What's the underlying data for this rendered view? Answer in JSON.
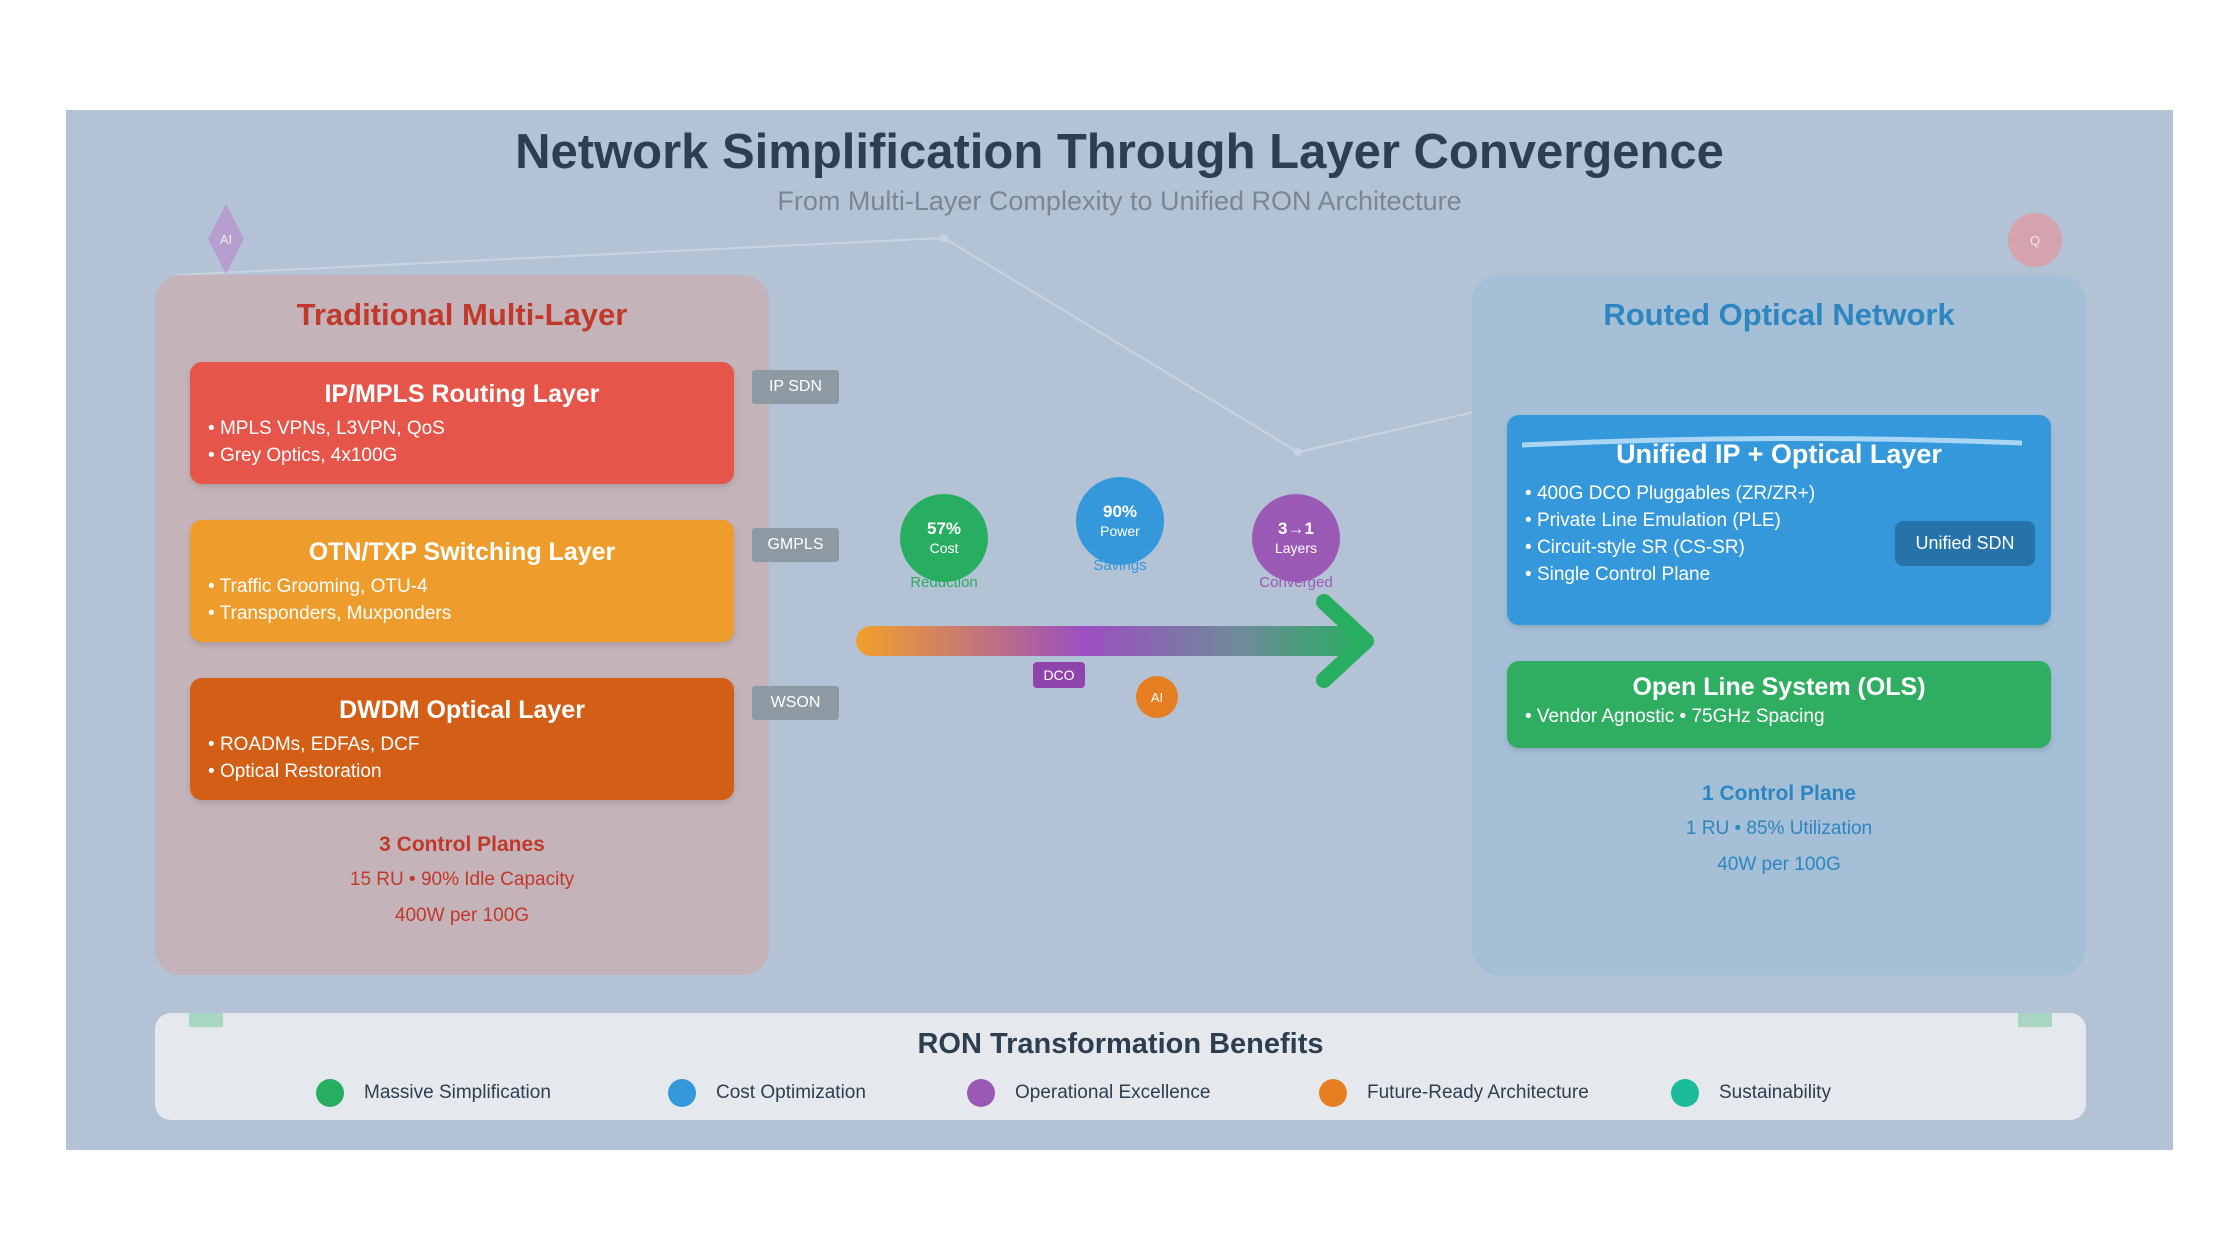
{
  "header": {
    "title": "Network Simplification Through Layer Convergence",
    "subtitle": "From Multi-Layer Complexity to Unified RON Architecture"
  },
  "decorations": {
    "ai_label": "AI",
    "q_label": "Q"
  },
  "traditional": {
    "title": "Traditional Multi-Layer",
    "layers": [
      {
        "title": "IP/MPLS Routing Layer",
        "bullets": [
          "MPLS VPNs, L3VPN, QoS",
          "Grey Optics, 4x100G"
        ],
        "color": "#e5554a",
        "tag": "IP SDN"
      },
      {
        "title": "OTN/TXP Switching Layer",
        "bullets": [
          "Traffic Grooming, OTU-4",
          "Transponders, Muxponders"
        ],
        "color": "#ee9c2c",
        "tag": "GMPLS"
      },
      {
        "title": "DWDM Optical Layer",
        "bullets": [
          "ROADMs, EDFAs, DCF",
          "Optical Restoration"
        ],
        "color": "#d35f17",
        "tag": "WSON"
      }
    ],
    "summary": {
      "control_planes": "3 Control Planes",
      "line2": "15 RU • 90% Idle Capacity",
      "line3": "400W per 100G"
    },
    "accent": "#c0392b"
  },
  "metrics": [
    {
      "value": "57%",
      "label": "Cost",
      "caption": "Reduction",
      "color": "#27ae60",
      "caption_color": "#27ae60"
    },
    {
      "value": "90%",
      "label": "Power",
      "caption": "Savings",
      "color": "#3498db",
      "caption_color": "#3498db"
    },
    {
      "value": "3→1",
      "label": "Layers",
      "caption": "Converged",
      "color": "#9b59b6",
      "caption_color": "#9b59b6"
    }
  ],
  "transition": {
    "dco_label": "DCO",
    "ai_label": "AI"
  },
  "ron": {
    "title": "Routed Optical Network",
    "unified": {
      "title": "Unified IP + Optical Layer",
      "bullets": [
        "400G DCO Pluggables (ZR/ZR+)",
        "Private Line Emulation (PLE)",
        "Circuit-style SR (CS-SR)",
        "Single Control Plane"
      ],
      "color": "#3498db",
      "sdn_label": "Unified SDN"
    },
    "ols": {
      "title": "Open Line System (OLS)",
      "line": "• Vendor Agnostic • 75GHz Spacing",
      "color": "#2fae62"
    },
    "summary": {
      "control_planes": "1 Control Plane",
      "line2": "1 RU • 85% Utilization",
      "line3": "40W per 100G"
    },
    "accent": "#2e86c1"
  },
  "benefits": {
    "title": "RON Transformation Benefits",
    "items": [
      {
        "label": "Massive Simplification",
        "color": "#27ae60"
      },
      {
        "label": "Cost Optimization",
        "color": "#3498db"
      },
      {
        "label": "Operational Excellence",
        "color": "#9b59b6"
      },
      {
        "label": "Future-Ready Architecture",
        "color": "#e67e22"
      },
      {
        "label": "Sustainability",
        "color": "#1abc9c"
      }
    ]
  }
}
